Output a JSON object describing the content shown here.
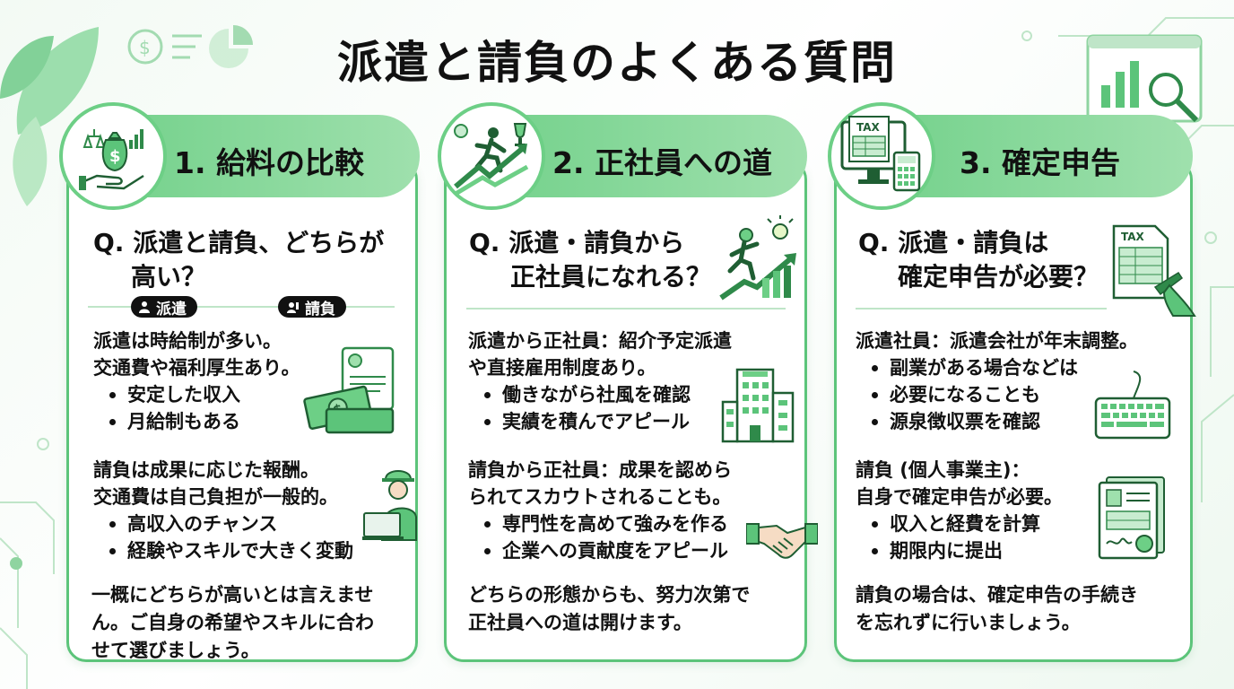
{
  "page": {
    "title": "派遣と請負のよくある質問"
  },
  "colors": {
    "accent": "#5cc47a",
    "accent_light": "#9fe0ad",
    "dark_green": "#2f8a4a"
  },
  "cards": [
    {
      "header": "1. 給料の比較",
      "header_icon": "money-bag-hand-icon",
      "question_lines": [
        "Q. 派遣と請負、どちらが",
        "高い？"
      ],
      "tags": [
        "派遣",
        "請負"
      ],
      "section1_lines": [
        "派遣は時給制が多い。",
        "交通費や福利厚生あり。"
      ],
      "section1_bullets": [
        "安定した収入",
        "月給制もある"
      ],
      "section2_lines": [
        "請負は成果に応じた報酬。",
        "交通費は自己負担が一般的。"
      ],
      "section2_bullets": [
        "高収入のチャンス",
        "経験やスキルで大きく変動"
      ],
      "conclusion_lines": [
        "一概にどちらが高いとは言えませ",
        "ん。ご自身の希望やスキルに合わ",
        "せて選びましょう。"
      ]
    },
    {
      "header": "2. 正社員への道",
      "header_icon": "career-growth-icon",
      "question_lines": [
        "Q. 派遣・請負から",
        "正社員になれる？"
      ],
      "section1_lines": [
        "派遣から正社員：紹介予定派遣",
        "や直接雇用制度あり。"
      ],
      "section1_bullets": [
        "働きながら社風を確認",
        "実績を積んでアピール"
      ],
      "section2_lines": [
        "請負から正社員：成果を認めら",
        "られてスカウトされることも。"
      ],
      "section2_bullets": [
        "専門性を高めて強みを作る",
        "企業への貢献度をアピール"
      ],
      "conclusion_lines": [
        "どちらの形態からも、努力次第で",
        "正社員への道は開けます。"
      ]
    },
    {
      "header": "3. 確定申告",
      "header_icon": "tax-computer-icon",
      "header_icon_label": "TAX",
      "question_lines": [
        "Q. 派遣・請負は",
        "確定申告が必要？"
      ],
      "question_icon_label": "TAX",
      "section1_lines": [
        "派遣社員：派遣会社が年末調整。"
      ],
      "section1_bullets": [
        "副業がある場合などは",
        "必要になることも",
        "源泉徴収票を確認"
      ],
      "section2_lines": [
        "請負 (個人事業主)：",
        "自身で確定申告が必要。"
      ],
      "section2_bullets": [
        "収入と経費を計算",
        "期限内に提出"
      ],
      "conclusion_lines": [
        "請負の場合は、確定申告の手続き",
        "を忘れずに行いましょう。"
      ]
    }
  ]
}
